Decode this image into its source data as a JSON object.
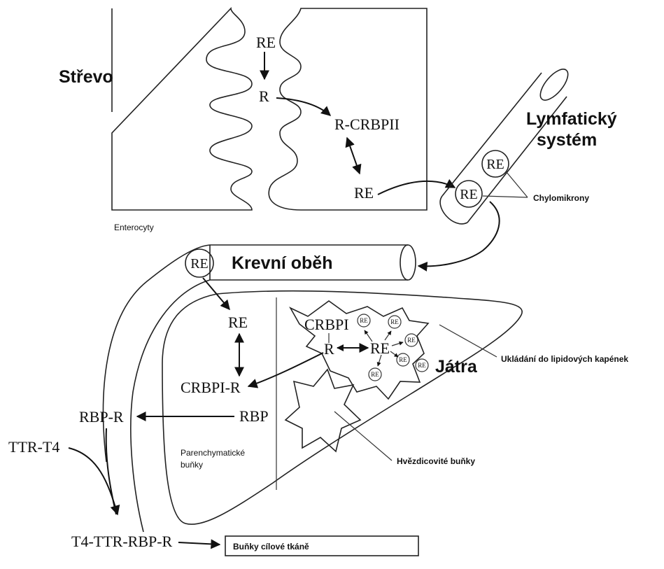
{
  "regions": {
    "intestine": "Střevo",
    "enterocytes": "Enterocyty",
    "lymphatic_line1": "Lymfatický",
    "lymphatic_line2": "systém",
    "chylomicrons": "Chylomikrony",
    "blood": "Krevní oběh",
    "liver": "Játra",
    "storage": "Ukládání do lipidových kapének",
    "stellate": "Hvězdicovité buňky",
    "parenchymal_line1": "Parenchymatické",
    "parenchymal_line2": "buňky",
    "target": "Buňky cílové tkáně"
  },
  "molecules": {
    "re": "RE",
    "r": "R",
    "r_crbp2": "R-CRBPII",
    "crbp1": "CRBPI",
    "crbp1_r": "CRBPI-R",
    "rbp": "RBP",
    "rbp_r": "RBP-R",
    "ttr_t4": "TTR-T4",
    "t4_ttr_rbp_r": "T4-TTR-RBP-R"
  }
}
